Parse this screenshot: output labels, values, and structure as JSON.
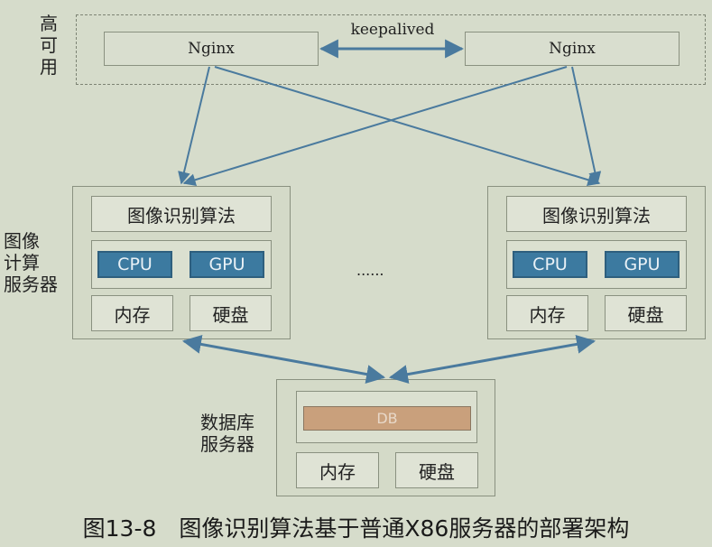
{
  "ha_group": {
    "label_lines": [
      "高",
      "可",
      "用"
    ],
    "nginx_left": "Nginx",
    "nginx_right": "Nginx",
    "link_label": "keepalived"
  },
  "compute_group": {
    "label_lines": [
      "图像",
      "计算",
      "服务器"
    ],
    "ellipsis": "......",
    "left": {
      "algorithm": "图像识别算法",
      "cpu": "CPU",
      "gpu": "GPU",
      "memory": "内存",
      "disk": "硬盘"
    },
    "right": {
      "algorithm": "图像识别算法",
      "cpu": "CPU",
      "gpu": "GPU",
      "memory": "内存",
      "disk": "硬盘"
    }
  },
  "db_server": {
    "label_lines": [
      "数据库",
      "服务器"
    ],
    "db": "DB",
    "memory": "内存",
    "disk": "硬盘"
  },
  "caption": "图13-8　图像识别算法基于普通X86服务器的部署架构",
  "colors": {
    "arrow": "#4a7a9e",
    "chip": "#3c7aa0",
    "db": "#c9a07c",
    "background": "#d6dccb"
  }
}
